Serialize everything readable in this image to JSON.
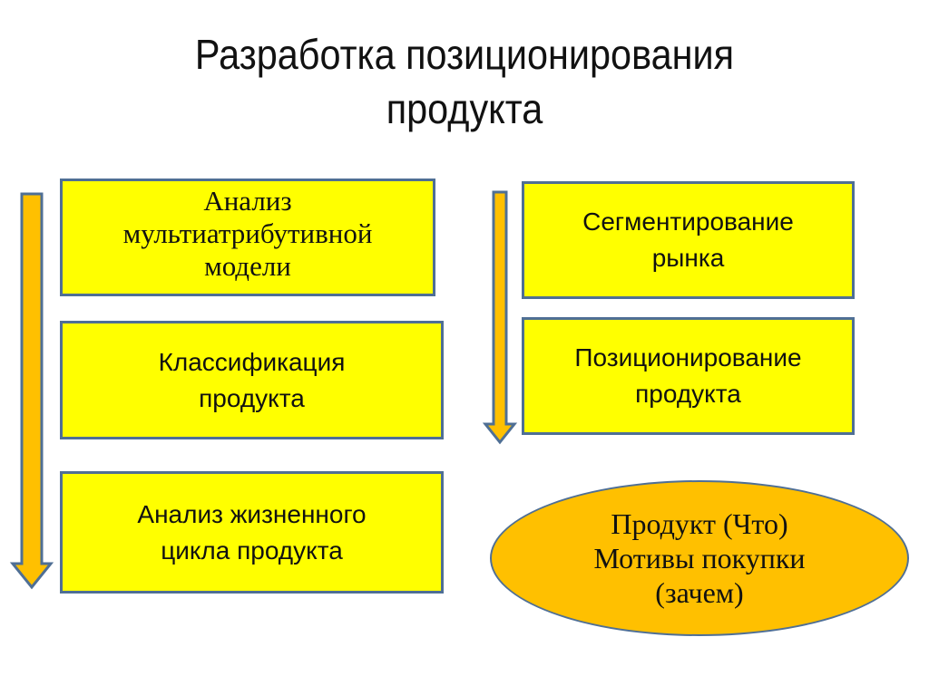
{
  "title": {
    "line1": "Разработка позиционирования",
    "line2": "продукта"
  },
  "left_column": {
    "boxes": [
      {
        "lines": [
          "Анализ",
          "мультиатрибутивной",
          "модели"
        ]
      },
      {
        "lines": [
          "Классификация",
          "продукта"
        ]
      },
      {
        "lines": [
          "Анализ жизненного",
          "цикла продукта"
        ]
      }
    ]
  },
  "right_column": {
    "boxes": [
      {
        "lines": [
          "Сегментирование",
          "рынка"
        ]
      },
      {
        "lines": [
          "Позиционирование",
          "продукта"
        ]
      }
    ]
  },
  "ellipse": {
    "lines": [
      "Продукт (Что)",
      "Мотивы покупки",
      "(зачем)"
    ]
  },
  "colors": {
    "box_fill": "#ffff00",
    "arrow_fill": "#ffc000",
    "ellipse_fill": "#ffc000",
    "border": "#4f6f95"
  }
}
